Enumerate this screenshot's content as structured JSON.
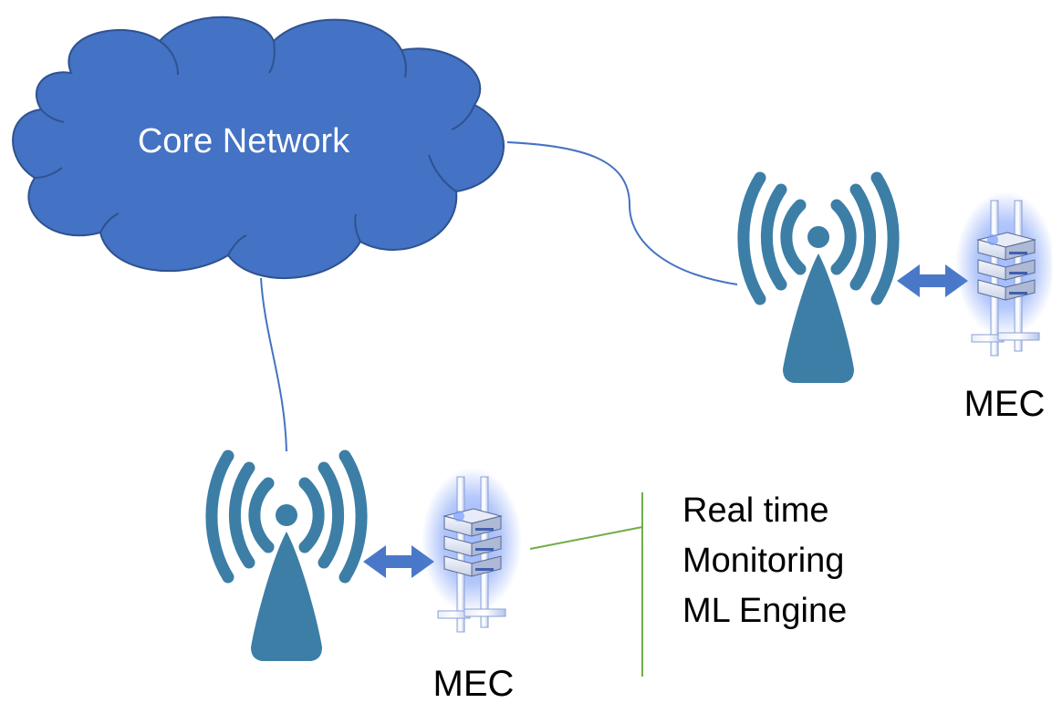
{
  "core_network": {
    "label": "Core Network"
  },
  "sites": [
    {
      "edge_label": "MEC"
    },
    {
      "edge_label": "MEC"
    }
  ],
  "services": [
    "Real time",
    "Monitoring",
    "ML Engine"
  ],
  "colors": {
    "cloud_fill": "#4472C4",
    "cloud_stroke": "#2F528F",
    "link": "#4472C4",
    "tower": "#3C7EA6",
    "arrow": "#4A78C9",
    "bracket": "#70AD47",
    "server_glow": "#4F7BF0"
  }
}
